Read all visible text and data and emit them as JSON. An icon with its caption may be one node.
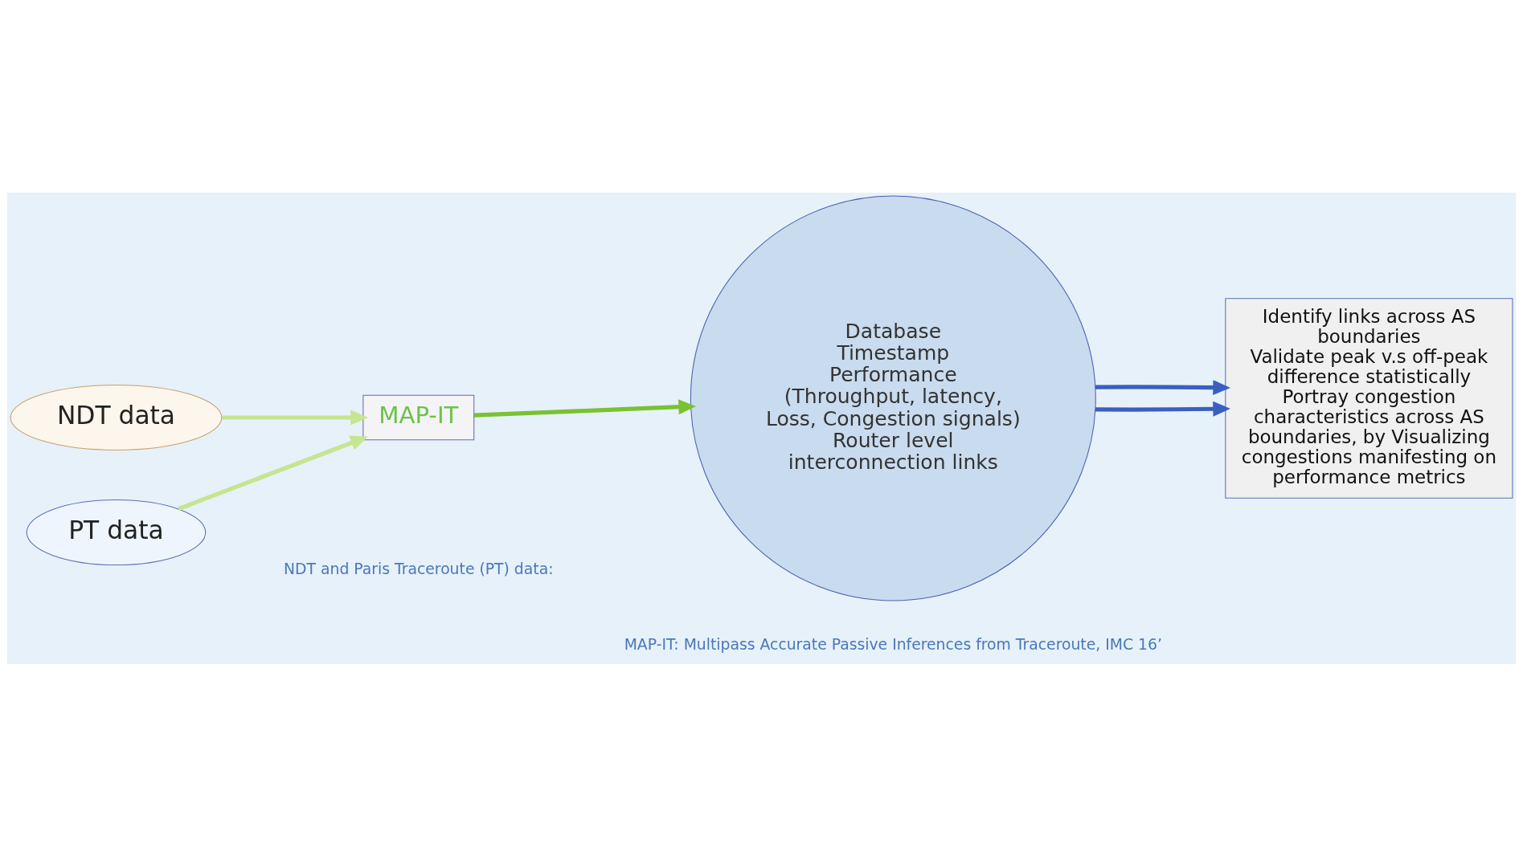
{
  "diagram": {
    "nodes": [
      {
        "text": [
          "NDT data"
        ]
      },
      {
        "text": [
          "PT data"
        ]
      },
      {
        "text": [
          "MAP-IT"
        ]
      },
      {
        "text": [
          "Database",
          "Timestamp",
          "Performance",
          "(Throughput, latency, Loss, Congestion signals)",
          "Router level interconnection links"
        ]
      },
      {
        "text": [
          "Identify links across AS boundaries",
          "Validate peak v.s off-peak difference statistically",
          "Portray congestion characteristics across AS boundaries, by Visualizing congestions manifesting on performance metrics"
        ]
      }
    ],
    "edges": [
      {
        "from": 0,
        "to": 2,
        "arrow": "to",
        "color": "#c6e58f"
      },
      {
        "from": 1,
        "to": 2,
        "arrow": "to",
        "color": "#c6e58f"
      },
      {
        "from": 2,
        "to": 3,
        "arrow": "to",
        "color": "#7ac231"
      },
      {
        "from": 3,
        "to": 4,
        "arrow": "to",
        "color": "#3a5fc0"
      },
      {
        "from": 3,
        "to": 4,
        "arrow": "to",
        "color": "#3a5fc0"
      }
    ],
    "labels": [
      "NDT and Paris Traceroute (PT) data:",
      "MAP-IT: Multipass Accurate Passive Inferences from Traceroute, IMC 16’"
    ]
  }
}
